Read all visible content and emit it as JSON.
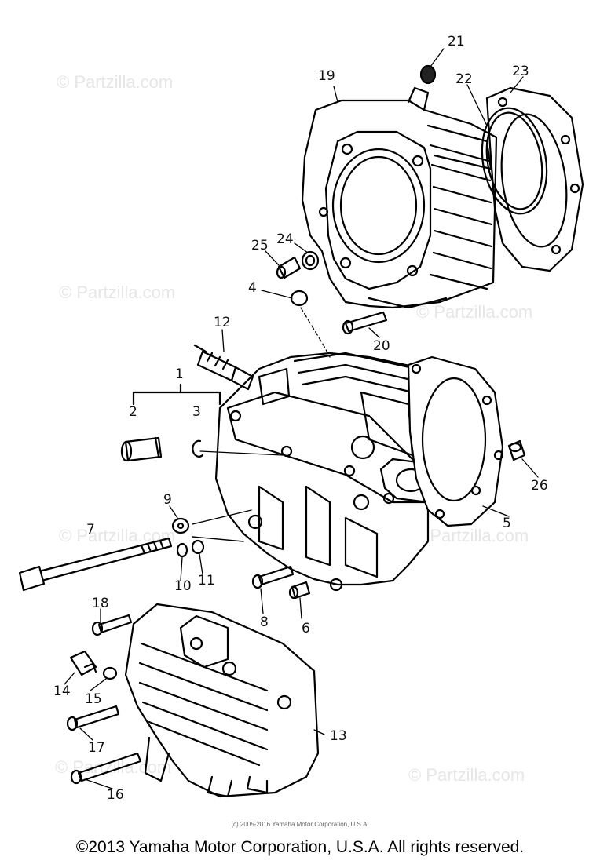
{
  "watermark": "© Partzilla.com",
  "callouts": [
    "1",
    "2",
    "3",
    "4",
    "5",
    "6",
    "7",
    "8",
    "9",
    "10",
    "11",
    "12",
    "13",
    "14",
    "15",
    "16",
    "17",
    "18",
    "19",
    "20",
    "21",
    "22",
    "23",
    "24",
    "25",
    "26"
  ],
  "fine_print": "(c) 2005-2016 Yamaha Motor Corporation, U.S.A.",
  "copyright": "©2013 Yamaha Motor Corporation, U.S.A. All rights reserved."
}
